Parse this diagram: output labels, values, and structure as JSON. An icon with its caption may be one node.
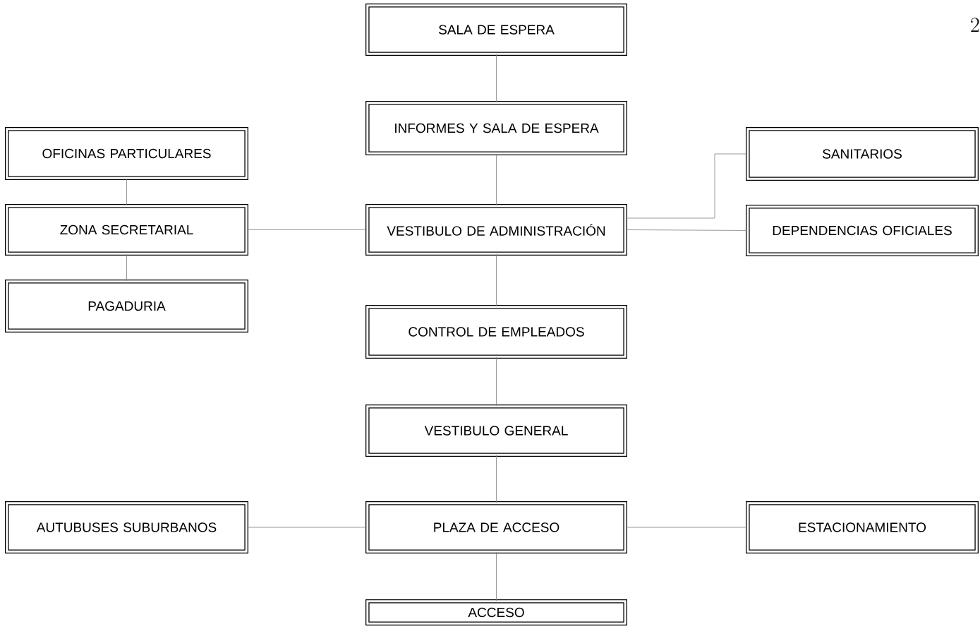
{
  "diagram": {
    "nodes": [
      {
        "text": [
          "SALA DE ESPERA"
        ]
      },
      {
        "text": [
          "INFORMES Y SALA DE ESPERA"
        ]
      },
      {
        "text": [
          "OFICINAS PARTICULARES"
        ]
      },
      {
        "text": [
          "SANITARIOS"
        ]
      },
      {
        "text": [
          "ZONA SECRETARIAL"
        ]
      },
      {
        "text": [
          "VESTIBULO DE ADMINISTRACIÓN"
        ]
      },
      {
        "text": [
          "DEPENDENCIAS OFICIALES"
        ]
      },
      {
        "text": [
          "PAGADURIA"
        ]
      },
      {
        "text": [
          "CONTROL DE EMPLEADOS"
        ]
      },
      {
        "text": [
          "VESTIBULO GENERAL"
        ]
      },
      {
        "text": [
          "AUTUBUSES SUBURBANOS"
        ]
      },
      {
        "text": [
          "PLAZA DE ACCESO"
        ]
      },
      {
        "text": [
          "ESTACIONAMIENTO"
        ]
      },
      {
        "text": [
          "ACCESO"
        ]
      }
    ],
    "edges": [
      {
        "from": 0,
        "to": 1,
        "arrow": "none"
      },
      {
        "from": 1,
        "to": 5,
        "arrow": "none"
      },
      {
        "from": 2,
        "to": 4,
        "arrow": "none"
      },
      {
        "from": 4,
        "to": 7,
        "arrow": "none"
      },
      {
        "from": 4,
        "to": 5,
        "arrow": "none"
      },
      {
        "from": 5,
        "to": 3,
        "arrow": "none"
      },
      {
        "from": 5,
        "to": 6,
        "arrow": "none"
      },
      {
        "from": 5,
        "to": 8,
        "arrow": "none"
      },
      {
        "from": 8,
        "to": 9,
        "arrow": "none"
      },
      {
        "from": 9,
        "to": 11,
        "arrow": "none"
      },
      {
        "from": 10,
        "to": 11,
        "arrow": "none"
      },
      {
        "from": 11,
        "to": 12,
        "arrow": "none"
      },
      {
        "from": 11,
        "to": 13,
        "arrow": "none"
      }
    ],
    "labels": [
      "2"
    ]
  }
}
